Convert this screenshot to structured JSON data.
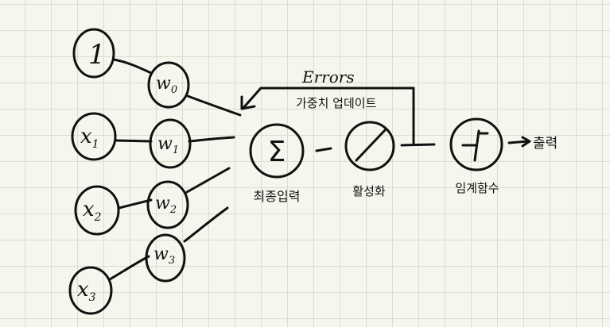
{
  "inputs": [
    {
      "label": "1"
    },
    {
      "label": "x1",
      "base": "x",
      "sub": "1"
    },
    {
      "label": "x2",
      "base": "x",
      "sub": "2"
    },
    {
      "label": "x3",
      "base": "x",
      "sub": "3"
    }
  ],
  "weights": [
    {
      "base": "w",
      "sub": "0"
    },
    {
      "base": "w",
      "sub": "1"
    },
    {
      "base": "w",
      "sub": "2"
    },
    {
      "base": "w",
      "sub": "3"
    }
  ],
  "nodes": {
    "sum_symbol": "Σ",
    "sum_label": "최종입력",
    "activation_label": "활성화",
    "threshold_label": "임계함수",
    "output_label": "출력"
  },
  "feedback": {
    "title": "Errors",
    "subtitle": "가중치 업데이트"
  },
  "ink_color": "#111111"
}
